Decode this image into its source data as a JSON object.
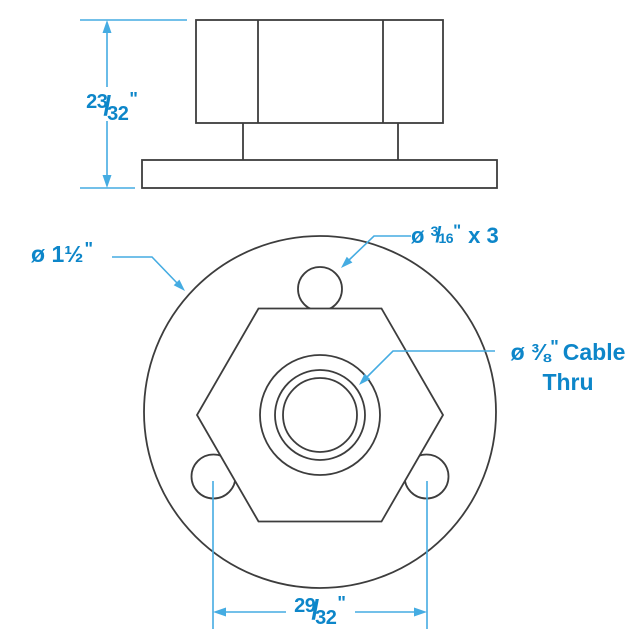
{
  "drawing": {
    "description": "two-view technical drawing of a round cable thru-hull fitting with hex nut",
    "views": {
      "top": "side elevation",
      "bottom": "plan view"
    }
  },
  "colors": {
    "part_line": "#3d3d3d",
    "dimension_line": "#45ace2",
    "dimension_text": "#0d86c9",
    "background": "#ffffff"
  },
  "labels": {
    "height": {
      "numerator": "23",
      "slash": "/",
      "denominator": "32",
      "unit": "\""
    },
    "flange_diameter": {
      "symbol": "ø",
      "value": "1½",
      "unit": "\""
    },
    "mount_holes": {
      "symbol": "ø",
      "numerator": "3",
      "slash": "/",
      "denominator": "16",
      "unit": "\"",
      "multiplier": "x 3"
    },
    "cable_thru": {
      "symbol": "ø",
      "fraction": "⅜",
      "unit": "\"",
      "word_line1": "Cable",
      "word_line2": "Thru"
    },
    "hole_spacing": {
      "numerator": "29",
      "slash": "/",
      "denominator": "32",
      "unit": "\""
    }
  }
}
